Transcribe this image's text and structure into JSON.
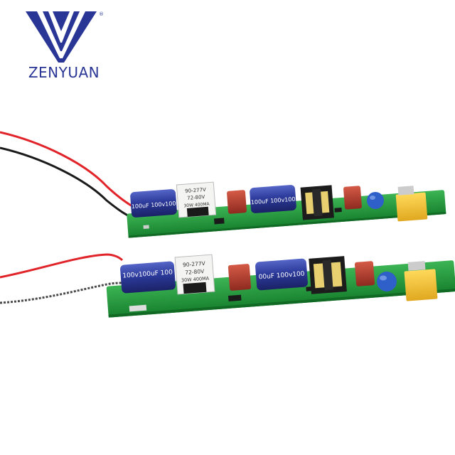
{
  "logo": {
    "wordmark": "ZENYUAN",
    "registered_mark": "®",
    "brand_color": "#2a3696"
  },
  "boards": [
    {
      "capacitor_1_label": "100uF 100v100",
      "transformer_lines": [
        "90-277V",
        "72-80V",
        "30W 400MA"
      ],
      "capacitor_2_label": "100uF 100v100"
    },
    {
      "capacitor_1_label": "100v100uF 100",
      "transformer_lines": [
        "90-277V",
        "72-80V",
        "30W 400MA"
      ],
      "capacitor_2_label": "00uF 100v100"
    }
  ],
  "colors": {
    "pcb": "#1f9a3a",
    "capacitor": "#2c3a9a",
    "film_capacitor": "#b8382a",
    "x_capacitor": "#f2c230",
    "ceramic_capacitor": "#2f5fc8",
    "wire_red": "#e0242a",
    "wire_black": "#1a1a1a"
  }
}
